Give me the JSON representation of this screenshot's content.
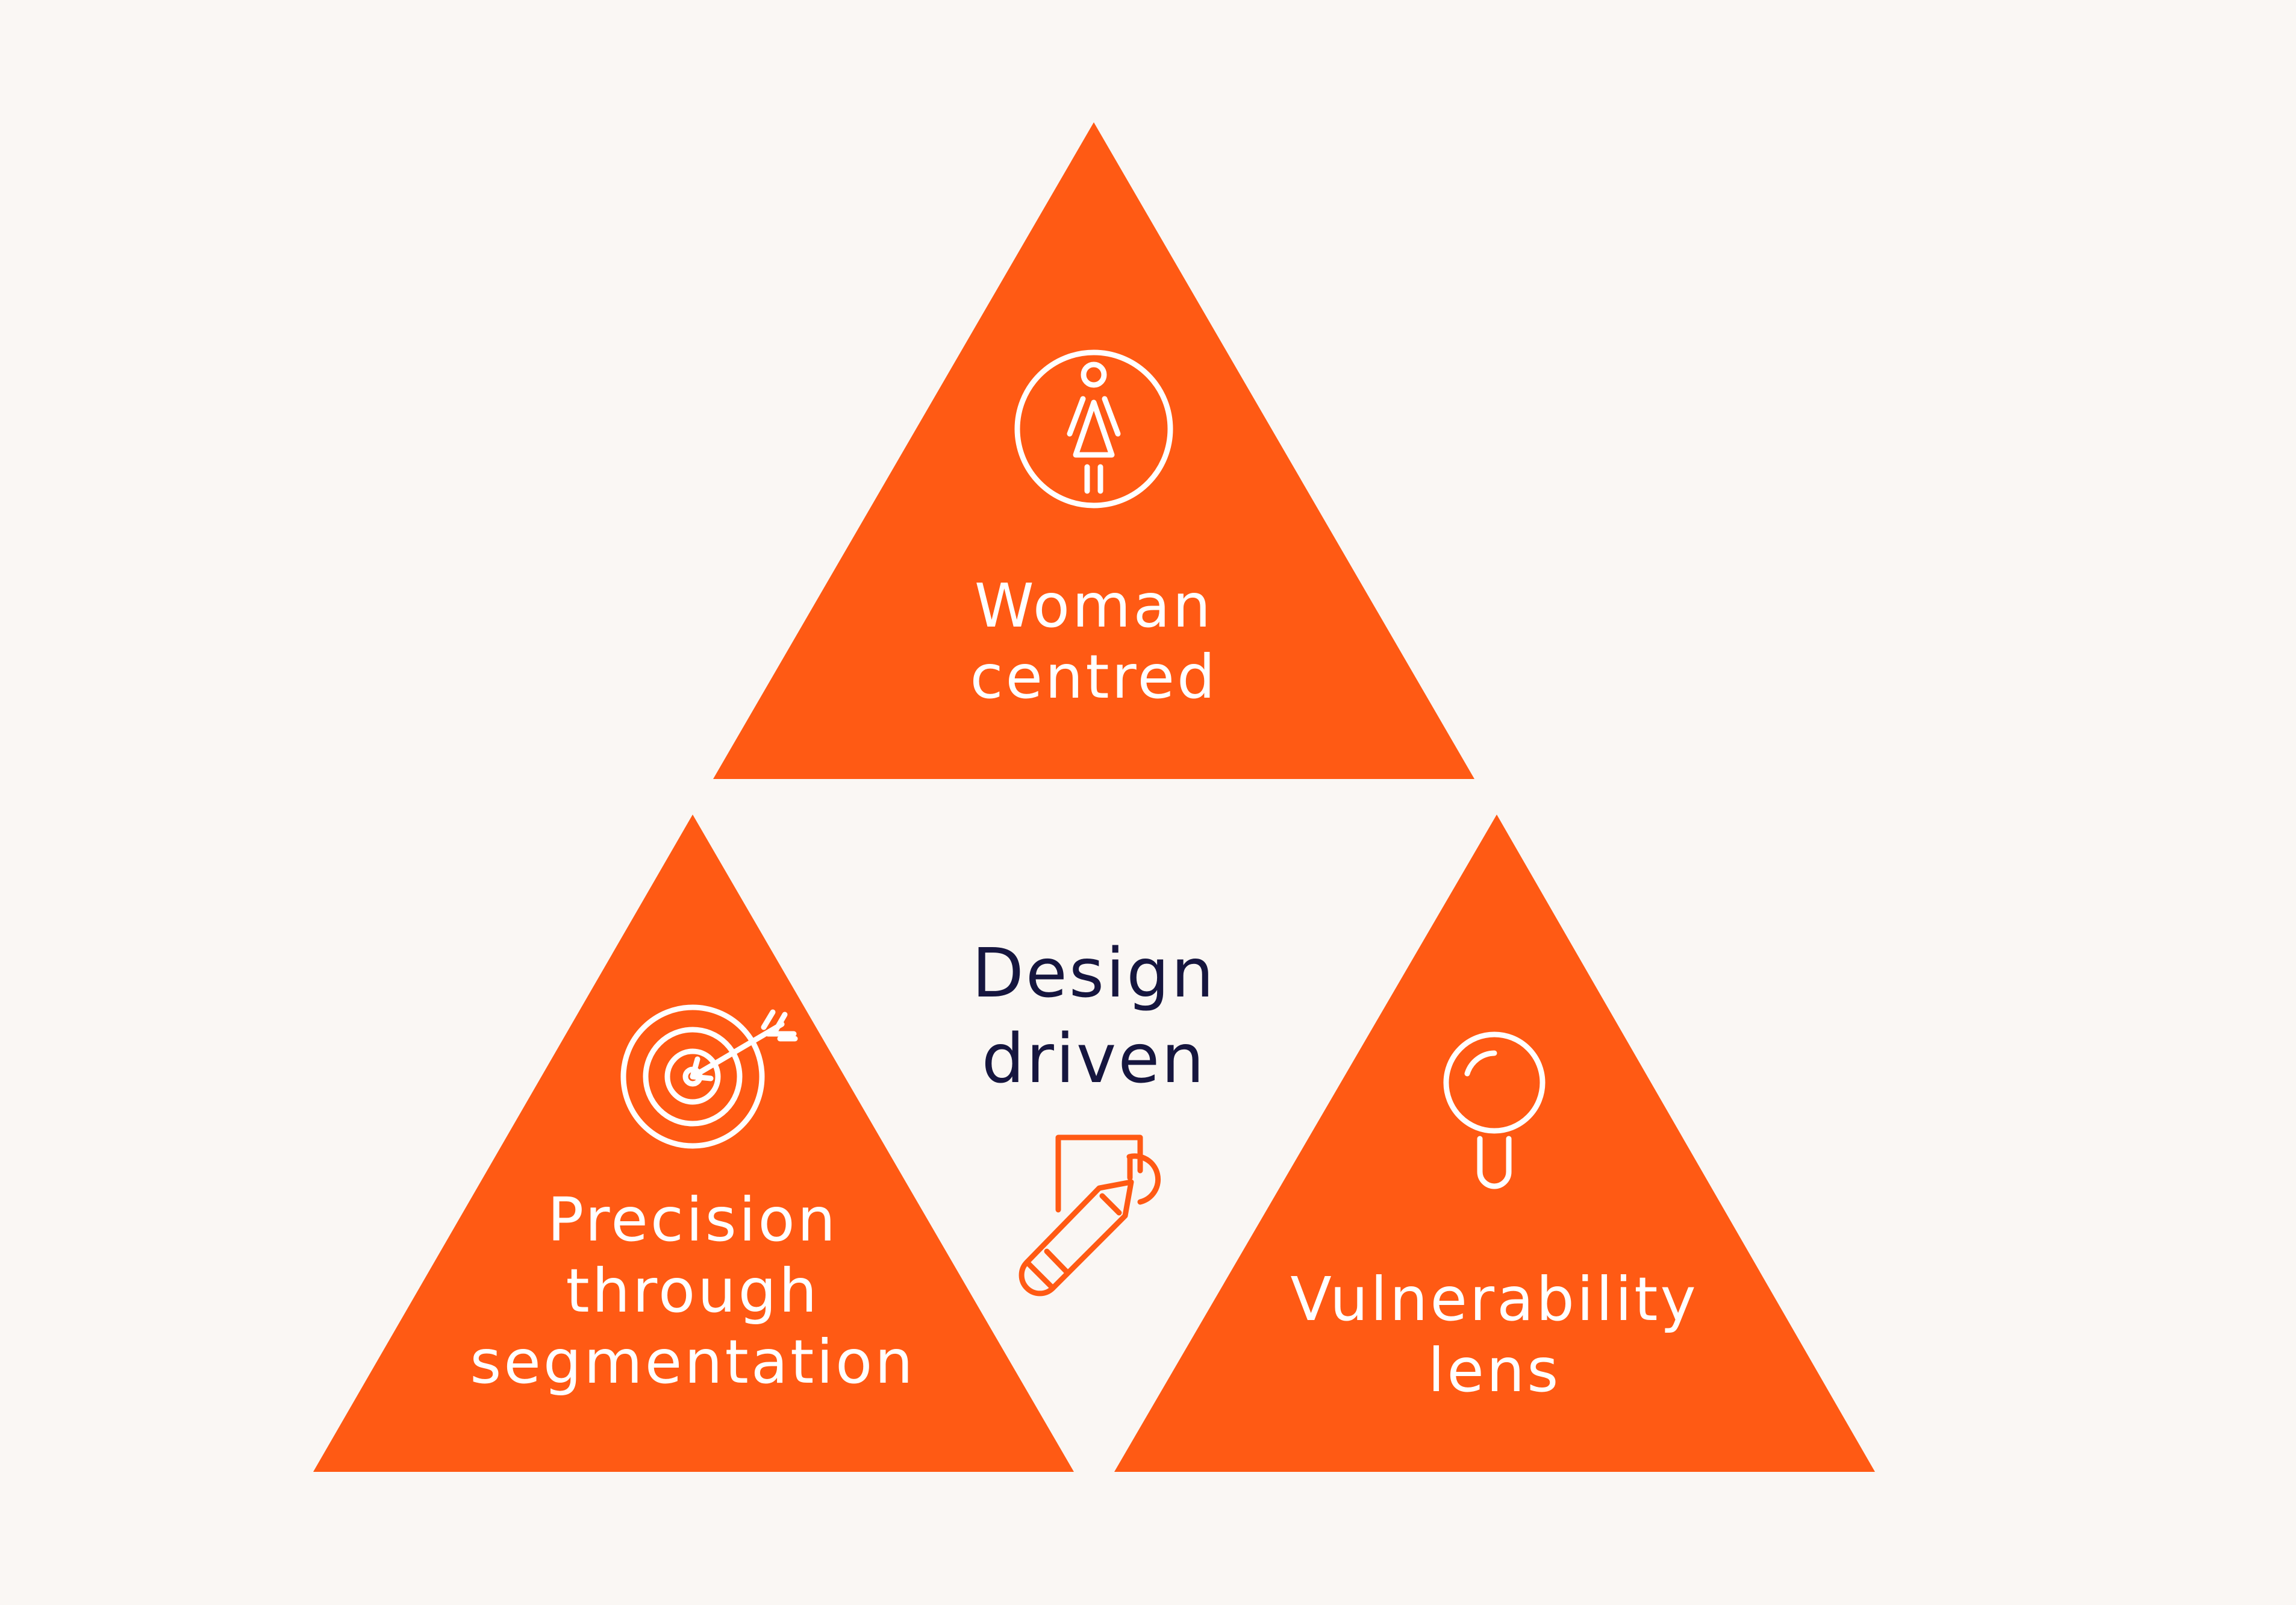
{
  "colors": {
    "background": "#faf7f4",
    "triangle": "#ff5a14",
    "triangle_text": "#ffffff",
    "center_text": "#16163f",
    "center_icon": "#ff5a14"
  },
  "top": {
    "line1": "Woman",
    "line2": "centred",
    "icon": "woman-in-circle-icon"
  },
  "bottom_left": {
    "line1": "Precision",
    "line2": "through",
    "line3": "segmentation",
    "icon": "target-with-arrow-icon"
  },
  "bottom_right": {
    "line1": "Vulnerability",
    "line2": "lens",
    "icon": "magnifying-glass-icon"
  },
  "center": {
    "line1": "Design",
    "line2": "driven",
    "icon": "pencil-design-icon"
  }
}
